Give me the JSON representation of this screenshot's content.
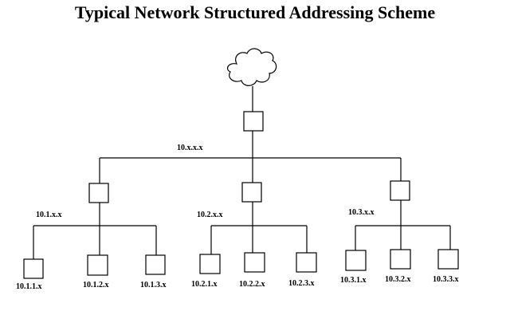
{
  "title": "Typical Network Structured Addressing Scheme",
  "diagram": {
    "cloud": {
      "icon": "cloud-icon"
    },
    "core": {
      "label": "10.x.x.x"
    },
    "branches": [
      {
        "label": "10.1.x.x",
        "leaves": [
          "10.1.1.x",
          "10.1.2.x",
          "10.1.3.x"
        ]
      },
      {
        "label": "10.2.x.x",
        "leaves": [
          "10.2.1.x",
          "10.2.2.x",
          "10.2.3.x"
        ]
      },
      {
        "label": "10.3.x.x",
        "leaves": [
          "10.3.1.x",
          "10.3.2.x",
          "10.3.3.x"
        ]
      }
    ]
  }
}
